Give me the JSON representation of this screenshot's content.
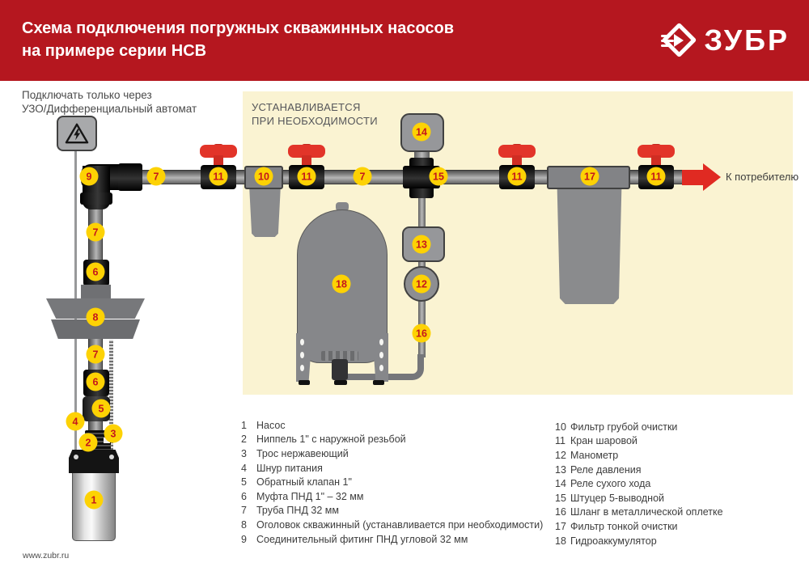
{
  "header": {
    "title_line1": "Схема подключения погружных скважинных насосов",
    "title_line2": "на примере серии НСВ",
    "brand": "ЗУБР"
  },
  "note": {
    "line1": "Подключать только через",
    "line2": "УЗО/Дифференциальный автомат"
  },
  "panel": {
    "line1": "УСТАНАВЛИВАЕТСЯ",
    "line2": "ПРИ НЕОБХОДИМОСТИ"
  },
  "output": {
    "label": "К потребителю"
  },
  "footer": {
    "url": "www.zubr.ru"
  },
  "callouts": {
    "1": "1",
    "2": "2",
    "3": "3",
    "4": "4",
    "5": "5",
    "6": "6",
    "7": "7",
    "8": "8",
    "9": "9",
    "10": "10",
    "11": "11",
    "12": "12",
    "13": "13",
    "14": "14",
    "15": "15",
    "16": "16",
    "17": "17",
    "18": "18"
  },
  "legend": {
    "left": [
      {
        "num": "1",
        "label": "Насос"
      },
      {
        "num": "2",
        "label": "Ниппель 1\" с наружной резьбой"
      },
      {
        "num": "3",
        "label": "Трос нержавеющий"
      },
      {
        "num": "4",
        "label": "Шнур питания"
      },
      {
        "num": "5",
        "label": "Обратный клапан 1\""
      },
      {
        "num": "6",
        "label": "Муфта ПНД 1\" – 32 мм"
      },
      {
        "num": "7",
        "label": "Труба ПНД 32 мм"
      },
      {
        "num": "8",
        "label": "Оголовок скважинный (устанавливается при необходимости)"
      },
      {
        "num": "9",
        "label": "Соединительный фитинг ПНД угловой 32 мм"
      }
    ],
    "right": [
      {
        "num": "10",
        "label": "Фильтр грубой очистки"
      },
      {
        "num": "11",
        "label": "Кран шаровой"
      },
      {
        "num": "12",
        "label": "Манометр"
      },
      {
        "num": "13",
        "label": "Реле давления"
      },
      {
        "num": "14",
        "label": "Реле сухого хода"
      },
      {
        "num": "15",
        "label": "Штуцер 5-выводной"
      },
      {
        "num": "16",
        "label": "Шланг в металлической оплетке"
      },
      {
        "num": "17",
        "label": "Фильтр тонкой очистки"
      },
      {
        "num": "18",
        "label": "Гидроаккумулятор"
      }
    ]
  },
  "colors": {
    "header_red": "#b5171f",
    "panel_yellow": "#faf3d2",
    "callout_yellow": "#fdd204",
    "callout_number_red": "#c4161c",
    "valve_red": "#e23429",
    "arrow_red": "#e02a22",
    "component_gray": "#96979a",
    "pipe_gray": "#828282"
  }
}
